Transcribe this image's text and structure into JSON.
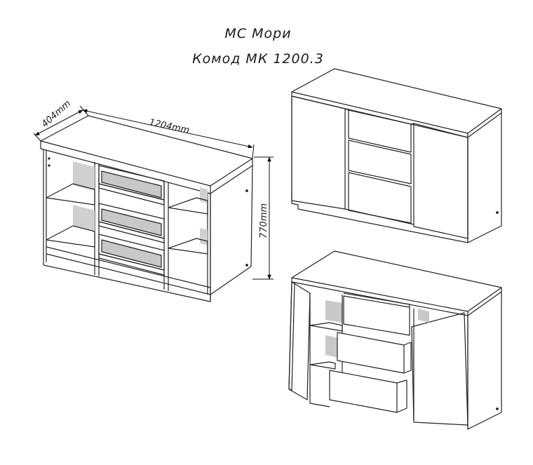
{
  "title": {
    "brand": "МС Мори",
    "model": "Комод МК 1200.3"
  },
  "dimensions": {
    "depth": "404mm",
    "width": "1204mm",
    "height": "770mm"
  },
  "views": [
    {
      "name": "open-carcass"
    },
    {
      "name": "closed-front"
    },
    {
      "name": "open-doors-drawers"
    }
  ]
}
